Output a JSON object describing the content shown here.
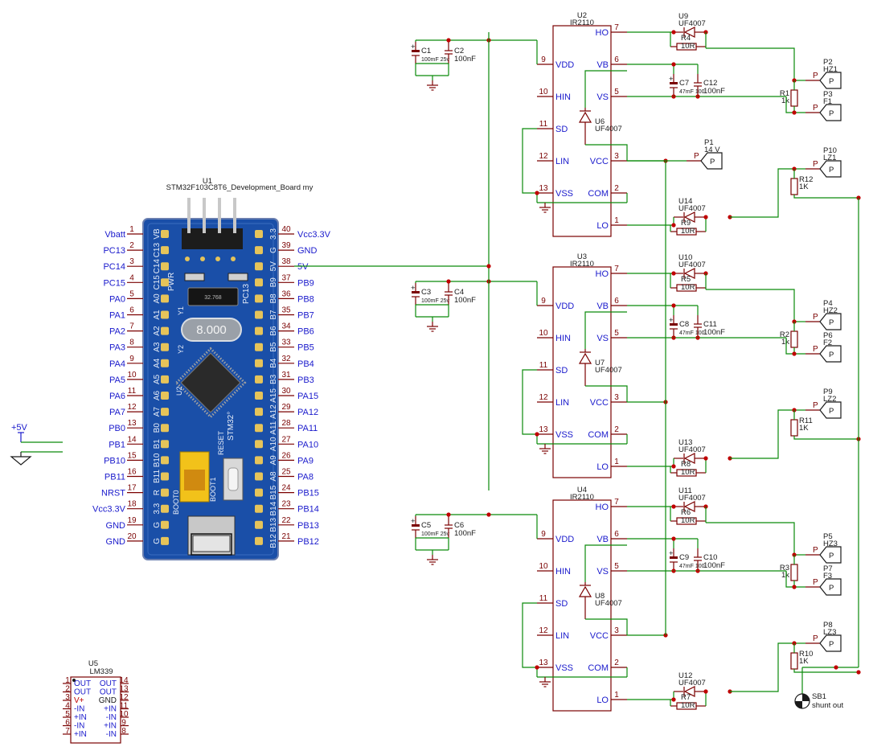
{
  "mcu": {
    "ref": "U1",
    "value": "STM32F103C8T6_Development_Board my",
    "left_pins": [
      {
        "num": "1",
        "name": "Vbatt"
      },
      {
        "num": "2",
        "name": "PC13"
      },
      {
        "num": "3",
        "name": "PC14"
      },
      {
        "num": "4",
        "name": "PC15"
      },
      {
        "num": "5",
        "name": "PA0"
      },
      {
        "num": "6",
        "name": "PA1"
      },
      {
        "num": "7",
        "name": "PA2"
      },
      {
        "num": "8",
        "name": "PA3"
      },
      {
        "num": "9",
        "name": "PA4"
      },
      {
        "num": "10",
        "name": "PA5"
      },
      {
        "num": "11",
        "name": "PA6"
      },
      {
        "num": "12",
        "name": "PA7"
      },
      {
        "num": "13",
        "name": "PB0"
      },
      {
        "num": "14",
        "name": "PB1"
      },
      {
        "num": "15",
        "name": "PB10"
      },
      {
        "num": "16",
        "name": "PB11"
      },
      {
        "num": "17",
        "name": "NRST"
      },
      {
        "num": "18",
        "name": "Vcc3.3V"
      },
      {
        "num": "19",
        "name": "GND"
      },
      {
        "num": "20",
        "name": "GND"
      }
    ],
    "right_pins": [
      {
        "num": "40",
        "name": "Vcc3.3V"
      },
      {
        "num": "39",
        "name": "GND"
      },
      {
        "num": "38",
        "name": "5V"
      },
      {
        "num": "37",
        "name": "PB9"
      },
      {
        "num": "36",
        "name": "PB8"
      },
      {
        "num": "35",
        "name": "PB7"
      },
      {
        "num": "34",
        "name": "PB6"
      },
      {
        "num": "33",
        "name": "PB5"
      },
      {
        "num": "32",
        "name": "PB4"
      },
      {
        "num": "31",
        "name": "PB3"
      },
      {
        "num": "30",
        "name": "PA15"
      },
      {
        "num": "29",
        "name": "PA12"
      },
      {
        "num": "28",
        "name": "PA11"
      },
      {
        "num": "27",
        "name": "PA10"
      },
      {
        "num": "26",
        "name": "PA9"
      },
      {
        "num": "25",
        "name": "PA8"
      },
      {
        "num": "24",
        "name": "PB15"
      },
      {
        "num": "23",
        "name": "PB14"
      },
      {
        "num": "22",
        "name": "PB13"
      },
      {
        "num": "21",
        "name": "PB12"
      }
    ],
    "board_left_silk": [
      "VB",
      "C13",
      "C14",
      "C15",
      "A0",
      "A1",
      "A2",
      "A3",
      "A4",
      "A5",
      "A6",
      "A7",
      "B0",
      "B1",
      "B10",
      "B11",
      "R",
      "3.3",
      "G",
      "G"
    ],
    "board_right_silk": [
      "3.3",
      "G",
      "5V",
      "B9",
      "B8",
      "B7",
      "B6",
      "B5",
      "B4",
      "B3",
      "A15",
      "A12",
      "A11",
      "A10",
      "A9",
      "A8",
      "B15",
      "B14",
      "B13",
      "B12"
    ],
    "board_texts": {
      "pwr": "PWR",
      "pc13": "PC13",
      "crystal": "8.000",
      "small_xtal": "32.768",
      "y1": "Y1",
      "y2": "Y2",
      "u2": "U2",
      "reset": "RESET",
      "stm32": "STM32°",
      "boot0": "BOOT0",
      "boot1": "BOOT1"
    }
  },
  "power": {
    "net": "+5V"
  },
  "drivers": [
    {
      "ref": "U2",
      "value": "IR2110"
    },
    {
      "ref": "U3",
      "value": "IR2110"
    },
    {
      "ref": "U4",
      "value": "IR2110"
    }
  ],
  "driver_pins_left": [
    {
      "num": "9",
      "name": "VDD"
    },
    {
      "num": "10",
      "name": "HIN"
    },
    {
      "num": "11",
      "name": "SD"
    },
    {
      "num": "12",
      "name": "LIN"
    },
    {
      "num": "13",
      "name": "VSS"
    }
  ],
  "driver_pins_right": [
    {
      "num": "7",
      "name": "HO"
    },
    {
      "num": "6",
      "name": "VB"
    },
    {
      "num": "5",
      "name": "VS"
    },
    {
      "num": "3",
      "name": "VCC"
    },
    {
      "num": "2",
      "name": "COM"
    },
    {
      "num": "1",
      "name": "LO"
    }
  ],
  "caps": [
    {
      "ref": "C1",
      "value": "100mF 25v"
    },
    {
      "ref": "C2",
      "value": "100nF"
    },
    {
      "ref": "C3",
      "value": "100mF 25v"
    },
    {
      "ref": "C4",
      "value": "100nF"
    },
    {
      "ref": "C5",
      "value": "100mF 25v"
    },
    {
      "ref": "C6",
      "value": "100nF"
    },
    {
      "ref": "C7",
      "value": "47mF 100"
    },
    {
      "ref": "C12",
      "value": "100nF"
    },
    {
      "ref": "C8",
      "value": "47mF 100"
    },
    {
      "ref": "C11",
      "value": "100nF"
    },
    {
      "ref": "C9",
      "value": "47mF 100"
    },
    {
      "ref": "C10",
      "value": "100nF"
    }
  ],
  "bootstrap_diodes": [
    {
      "ref": "U6",
      "value": "UF4007"
    },
    {
      "ref": "U7",
      "value": "UF4007"
    },
    {
      "ref": "U8",
      "value": "UF4007"
    }
  ],
  "gate_diodes": [
    {
      "ref": "U9",
      "value": "UF4007"
    },
    {
      "ref": "U14",
      "value": "UF4007"
    },
    {
      "ref": "U10",
      "value": "UF4007"
    },
    {
      "ref": "U13",
      "value": "UF4007"
    },
    {
      "ref": "U11",
      "value": "UF4007"
    },
    {
      "ref": "U12",
      "value": "UF4007"
    }
  ],
  "gate_resistors": [
    {
      "ref": "R4",
      "value": "10R"
    },
    {
      "ref": "R9",
      "value": "10R"
    },
    {
      "ref": "R5",
      "value": "10R"
    },
    {
      "ref": "R8",
      "value": "10R"
    },
    {
      "ref": "R6",
      "value": "10R"
    },
    {
      "ref": "R7",
      "value": "10R"
    }
  ],
  "pulldown_resistors": [
    {
      "ref": "R1",
      "value": "1k"
    },
    {
      "ref": "R12",
      "value": "1K"
    },
    {
      "ref": "R2",
      "value": "1k"
    },
    {
      "ref": "R11",
      "value": "1K"
    },
    {
      "ref": "R3",
      "value": "1k"
    },
    {
      "ref": "R10",
      "value": "1K"
    }
  ],
  "ports": [
    {
      "ref": "P2",
      "value": "HZ1",
      "pin": "P"
    },
    {
      "ref": "P3",
      "value": "F1",
      "pin": "P"
    },
    {
      "ref": "P1",
      "value": "14 V",
      "pin": "P"
    },
    {
      "ref": "P10",
      "value": "LZ1",
      "pin": "P"
    },
    {
      "ref": "P4",
      "value": "HZ2",
      "pin": "P"
    },
    {
      "ref": "P6",
      "value": "F2",
      "pin": "P"
    },
    {
      "ref": "P9",
      "value": "LZ2",
      "pin": "P"
    },
    {
      "ref": "P5",
      "value": "HZ3",
      "pin": "P"
    },
    {
      "ref": "P7",
      "value": "F3",
      "pin": "P"
    },
    {
      "ref": "P8",
      "value": "LZ3",
      "pin": "P"
    }
  ],
  "comparator": {
    "ref": "U5",
    "value": "LM339",
    "left": [
      {
        "num": "1",
        "name": "OUT"
      },
      {
        "num": "2",
        "name": "OUT"
      },
      {
        "num": "3",
        "name": "V+"
      },
      {
        "num": "4",
        "name": "-IN"
      },
      {
        "num": "5",
        "name": "+IN"
      },
      {
        "num": "6",
        "name": "-IN"
      },
      {
        "num": "7",
        "name": "+IN"
      }
    ],
    "right": [
      {
        "num": "14",
        "name": "OUT"
      },
      {
        "num": "13",
        "name": "OUT"
      },
      {
        "num": "12",
        "name": "GND"
      },
      {
        "num": "11",
        "name": "+IN"
      },
      {
        "num": "10",
        "name": "-IN"
      },
      {
        "num": "9",
        "name": "+IN"
      },
      {
        "num": "8",
        "name": "-IN"
      }
    ]
  },
  "shunt": {
    "ref": "SB1",
    "value": "shunt out"
  }
}
